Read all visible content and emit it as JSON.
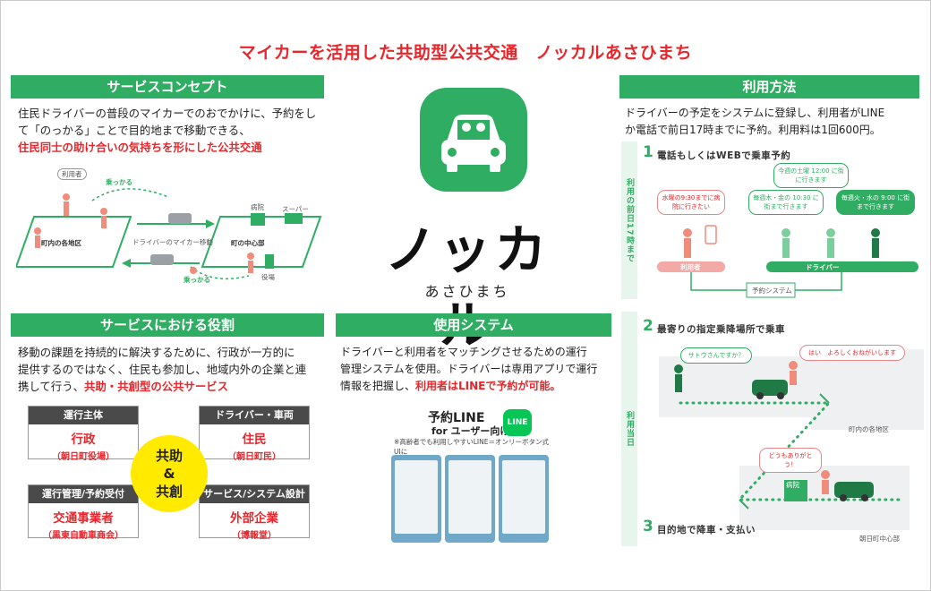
{
  "title": "マイカーを活用した共助型公共交通　ノッカルあさひまち",
  "concept": {
    "header": "サービスコンセプト",
    "line1": "住民ドライバーの普段のマイカーでのおでかけに、予約をし",
    "line2": "て「のっかる」ことで目的地まで移動できる、",
    "line3": "住民同士の助け合いの気持ちを形にした公共交通",
    "diagram": {
      "user": "利用者",
      "ride1": "乗っかる",
      "ride2": "乗っかる",
      "left_area": "町内の各地区",
      "right_area": "町の中心部",
      "move": "ドライバーのマイカー移動",
      "hospital": "病院",
      "super": "スーパー",
      "office": "役場"
    }
  },
  "roles": {
    "header": "サービスにおける役割",
    "line1": "移動の課題を持続的に解決するために、行政が一方的に",
    "line2": "提供するのではなく、住民も参加し、地域内外の企業と連",
    "line3a": "携して行う、",
    "line3b": "共助・共創型の公共サービス",
    "boxes": [
      {
        "head": "運行主体",
        "main": "行政",
        "sub": "（朝日町役場）"
      },
      {
        "head": "ドライバー・車両",
        "main": "住民",
        "sub": "（朝日町民）"
      },
      {
        "head": "運行管理/予約受付",
        "main": "交通事業者",
        "sub": "（黒東自動車商会）"
      },
      {
        "head": "サービス/システム設計",
        "main": "外部企業",
        "sub": "（博報堂）"
      }
    ],
    "circle_l1": "共助",
    "circle_l2": "&",
    "circle_l3": "共創"
  },
  "logo": {
    "word": "ノッカル",
    "sub": "あさひまち"
  },
  "system": {
    "header": "使用システム",
    "line1": "ドライバーと利用者をマッチングさせるための運行",
    "line2": "管理システムを使用。ドライバーは専用アプリで運行",
    "line3a": "情報を把握し、",
    "line3b": "利用者はLINEで予約が可能。",
    "line_title": "予約LINE",
    "line_subtitle": "for ユーザー向け",
    "line_note": "※高齢者でも利用しやすいLINE＝オンリーボタン式UIに",
    "line_badge": "LINE"
  },
  "usage": {
    "header": "利用方法",
    "line1": "ドライバーの予定をシステムに登録し、利用者がLINE",
    "line2": "か電話で前日17時までに予約。利用料は1回600円。",
    "step1_num": "1",
    "step1_text": "電話もしくはWEBで乗車予約",
    "step2_num": "2",
    "step2_text": "最寄りの指定乗降場所で乗車",
    "step3_num": "3",
    "step3_text": "目的地で降車・支払い",
    "vbar1": "利用の前日17時まで",
    "vbar2": "利用当日",
    "bubble_user": "水曜の9:30までに病院に行きたい",
    "bubble_d1": "今週の土曜 12:00 に街に行きます",
    "bubble_d2": "毎週木・金の 10:30 に街まで行きます",
    "bubble_d3": "毎週火・水の 9:00 に街まで行きます",
    "label_user": "利用者",
    "label_driver": "ドライバー",
    "label_system": "予約システム",
    "bubble_q": "サトウさんですか？",
    "bubble_a": "はい　よろしくおねがいします",
    "bubble_thanks": "どうもありがとう！",
    "area1": "町内の各地区",
    "area2": "朝日町中心部",
    "hospital": "病院"
  },
  "colors": {
    "accent_green": "#2fae63",
    "title_red": "#e8262b",
    "circle_yellow": "#ffea00"
  }
}
